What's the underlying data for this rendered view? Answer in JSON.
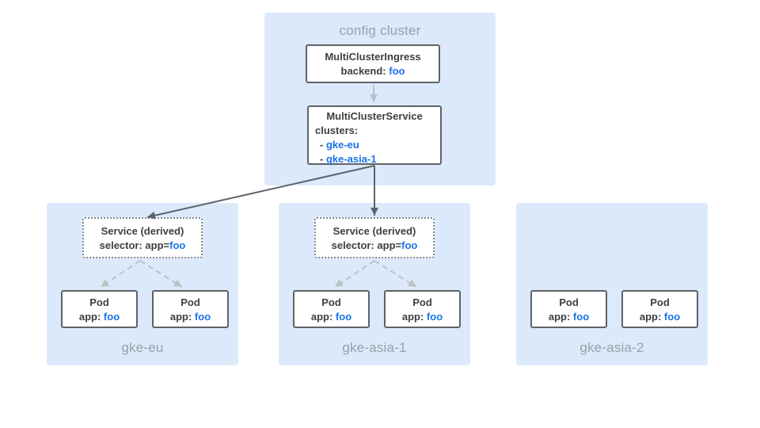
{
  "colors": {
    "cluster_bg": "#dbe9fb",
    "node_bg": "#ffffff",
    "node_border": "#5f6368",
    "dotted_border": "#80868b",
    "text_dark": "#3c4043",
    "text_muted": "#9aa0a6",
    "accent_blue": "#1a73e8",
    "arrow_dark": "#5f6368",
    "arrow_light": "#bdc1c6"
  },
  "config_cluster": {
    "label": "config cluster",
    "ingress": {
      "title": "MultiClusterIngress",
      "backend_label": "backend: ",
      "backend_value": "foo"
    },
    "service": {
      "title": "MultiClusterService",
      "clusters_label": "clusters:",
      "cluster_items": [
        {
          "prefix": "- ",
          "name": "gke-eu"
        },
        {
          "prefix": "- ",
          "name": "gke-asia-1"
        }
      ]
    }
  },
  "clusters": [
    {
      "label": "gke-eu",
      "service": {
        "title": "Service (derived)",
        "selector_label": "selector: app=",
        "selector_value": "foo"
      },
      "pods": [
        {
          "title": "Pod",
          "app_label": "app: ",
          "app_value": "foo"
        },
        {
          "title": "Pod",
          "app_label": "app: ",
          "app_value": "foo"
        }
      ]
    },
    {
      "label": "gke-asia-1",
      "service": {
        "title": "Service (derived)",
        "selector_label": "selector: app=",
        "selector_value": "foo"
      },
      "pods": [
        {
          "title": "Pod",
          "app_label": "app: ",
          "app_value": "foo"
        },
        {
          "title": "Pod",
          "app_label": "app: ",
          "app_value": "foo"
        }
      ]
    },
    {
      "label": "gke-asia-2",
      "pods": [
        {
          "title": "Pod",
          "app_label": "app: ",
          "app_value": "foo"
        },
        {
          "title": "Pod",
          "app_label": "app: ",
          "app_value": "foo"
        }
      ]
    }
  ]
}
